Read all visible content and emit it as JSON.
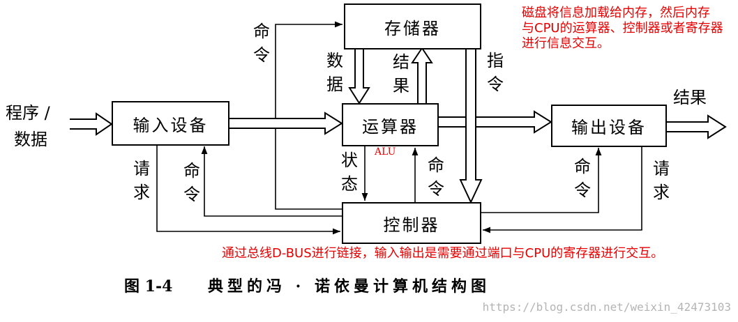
{
  "diagram": {
    "input": {
      "line1": "程序 /",
      "line2": "数据"
    },
    "nodes": {
      "memory": {
        "label": "存储器"
      },
      "alu": {
        "label": "运算器",
        "annotation": "ALU"
      },
      "controller": {
        "label": "控制器"
      },
      "input_device": {
        "label": "输入设备"
      },
      "output_device": {
        "label": "输出设备"
      }
    },
    "edges": {
      "memory_to_alu": "数据",
      "alu_to_memory": "结果",
      "memory_to_controller": "指令",
      "controller_to_memory": "命令",
      "alu_to_controller": "状态",
      "controller_to_alu": "命令",
      "input_to_controller": "请求",
      "controller_to_input": "命令",
      "controller_to_output": "命令",
      "output_to_controller": "请求",
      "output_result": "结果"
    }
  },
  "annotations": {
    "top_right": [
      "磁盘将信息加载给内存，然后内存",
      "与CPU的运算器、控制器或者寄存器",
      "进行信息交互。"
    ],
    "bottom": "通过总线D-BUS进行链接，输入输出是需要通过端口与CPU的寄存器进行交互。"
  },
  "caption": {
    "number": "图 1-4",
    "title": "典型的冯 · 诺依曼计算机结构图"
  },
  "watermark": "https://blog.csdn.net/weixin_42473103",
  "colors": {
    "line": "#000000",
    "annotation": "#e60000",
    "watermark": "#b4b4b4"
  }
}
